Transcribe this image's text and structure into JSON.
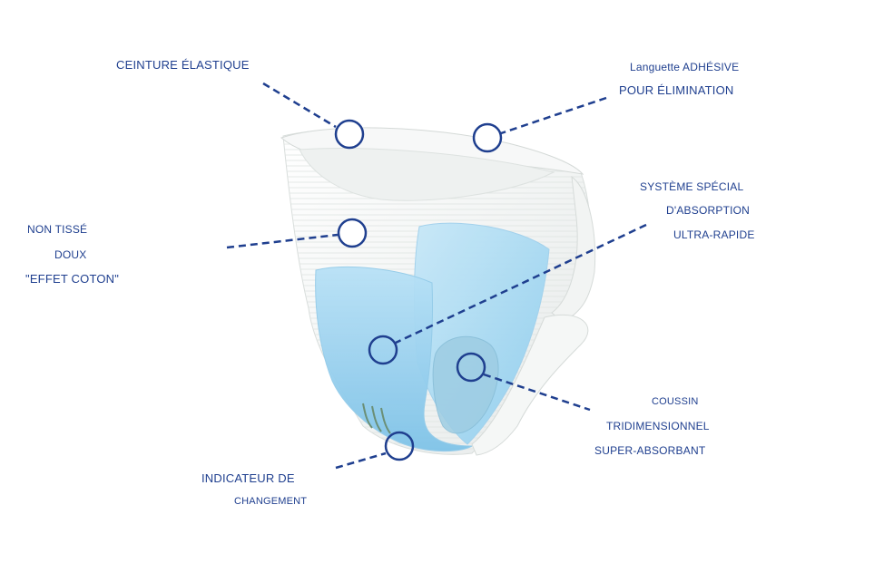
{
  "colors": {
    "accent": "#1f3f8f",
    "callout_line": "#1f3f8f",
    "pad_blue": "#a9d9f4",
    "product_white": "#f3f5f4"
  },
  "product": {
    "icon": "pull-up-incontinence-brief-illustration"
  },
  "labels": {
    "ceinture": "CEINTURE ÉLASTIQUE",
    "languette_1": "Languette ADHÉSIVE",
    "languette_2": "POUR ÉLIMINATION",
    "non_tisse_1": "NON TISSÉ",
    "non_tisse_2": "DOUX",
    "non_tisse_3": "\"EFFET COTON\"",
    "systeme_1": "SYSTÈME SPÉCIAL",
    "systeme_2": "D'ABSORPTION",
    "systeme_3": "ULTRA-RAPIDE",
    "coussin_1": "COUSSIN",
    "coussin_2": "TRIDIMENSIONNEL",
    "coussin_3": "SUPER-ABSORBANT",
    "indicateur_1": "INDICATEUR DE",
    "indicateur_2": "CHANGEMENT"
  }
}
